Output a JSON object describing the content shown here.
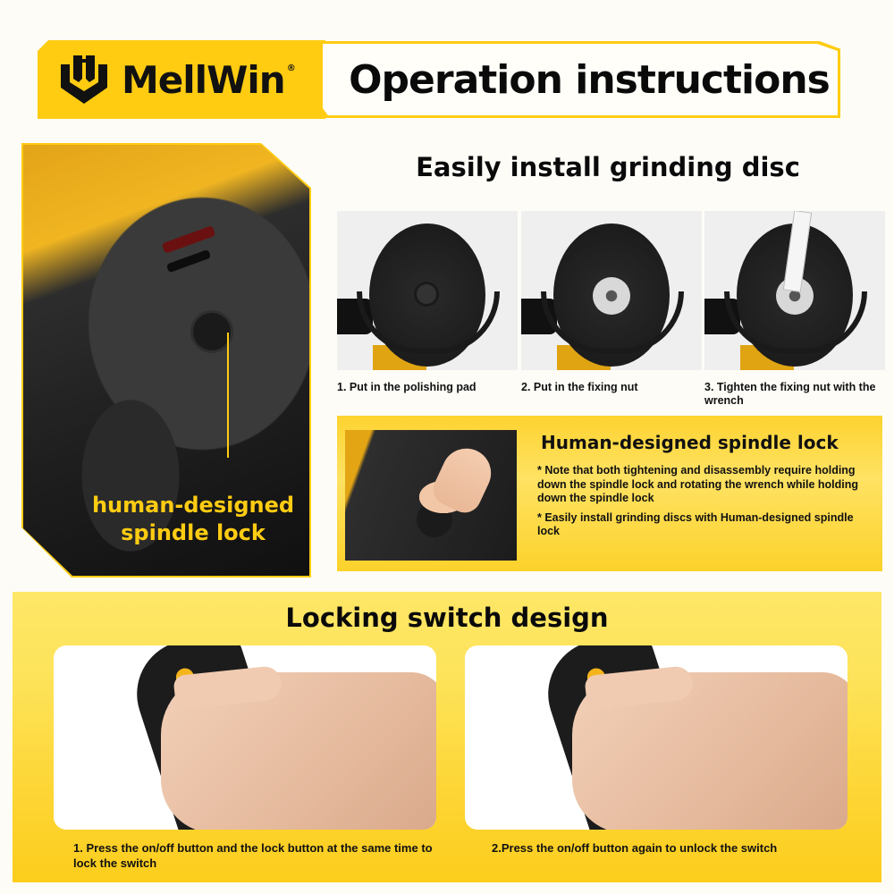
{
  "brand": {
    "name": "MellWin",
    "registered_mark": "®",
    "logo_icon": "shield-crest-icon",
    "colors": {
      "primary_yellow": "#ffcc12",
      "text_black": "#111111",
      "background": "#fdfcf7"
    }
  },
  "header": {
    "title": "Operation instructions"
  },
  "hero": {
    "image": "angle-grinder-spindle-lock-closeup",
    "callout_label": "human-designed spindle lock"
  },
  "install": {
    "title": "Easily install grinding disc",
    "steps": [
      {
        "image": "grinder-with-polishing-pad",
        "caption": "1. Put in the polishing pad"
      },
      {
        "image": "grinder-with-fixing-nut",
        "caption": "2. Put in the fixing nut"
      },
      {
        "image": "grinder-with-wrench",
        "caption": "3. Tighten the fixing nut with the wrench"
      }
    ]
  },
  "spindle_lock": {
    "image": "finger-pressing-spindle-lock",
    "title": "Human-designed spindle lock",
    "notes": [
      "* Note that both tightening and disassembly require holding down the spindle lock and rotating the wrench while holding down the spindle lock",
      "* Easily install grinding discs with Human-designed spindle lock"
    ]
  },
  "locking_switch": {
    "title": "Locking switch design",
    "steps": [
      {
        "image": "hand-gripping-grinder-lock",
        "caption": "1. Press the on/off button and the lock button at the same time to lock the switch"
      },
      {
        "image": "hand-gripping-grinder-unlock",
        "caption": "2.Press the on/off button again to unlock the switch"
      }
    ]
  }
}
